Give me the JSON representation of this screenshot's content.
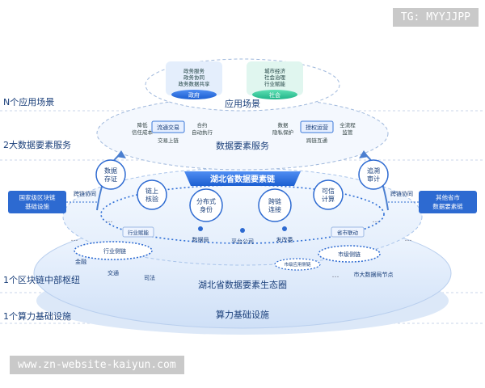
{
  "watermark_top": "TG: MYYJJPP",
  "watermark_bottom": "www.zn-website-kaiyun.com",
  "layers": {
    "l1": "N个应用场景",
    "l2": "2大数据要素服务",
    "l3": "1个区块链中部枢纽",
    "l4": "1个算力基础设施"
  },
  "top": {
    "gov_lines": [
      "政务服务",
      "政务协同",
      "政务数据共享"
    ],
    "gov_tag": "政府",
    "soc_lines": [
      "城市经济",
      "社会治理",
      "行业赋能"
    ],
    "soc_tag": "社会",
    "title": "应用场景"
  },
  "mid": {
    "title": "数据要素服务",
    "left_text": [
      "降低",
      "信任成本"
    ],
    "box1": "流通交易",
    "sub1": "交易上链",
    "center_text": [
      "合约",
      "自动执行"
    ],
    "right_text": [
      "数据",
      "隐私保护"
    ],
    "box2": "授权运营",
    "sub2": "跨链互通",
    "far_right": [
      "全流程",
      "监管"
    ]
  },
  "chain": {
    "banner": "湖北省数据要素链",
    "circles": [
      [
        "数据",
        "存证"
      ],
      [
        "链上",
        "核验"
      ],
      [
        "分布式",
        "身份"
      ],
      [
        "跨链",
        "连接"
      ],
      [
        "可信",
        "计算"
      ],
      [
        "追溯",
        "审计"
      ]
    ],
    "left_box": [
      "国家级区块链",
      "基础设施"
    ],
    "right_box": [
      "其他省市",
      "数据要素链"
    ],
    "cross_left": "跨链协同",
    "cross_right": "跨链协同",
    "nodes": [
      "行业赋能",
      "数据局",
      "平台公司",
      "发改委",
      "省市联动"
    ],
    "dots": "…"
  },
  "base": {
    "title": "湖北省数据要素生态圈",
    "industry_chain": "行业侧链",
    "left_items": [
      "金融",
      "交通",
      "司法"
    ],
    "city_chain": "市级侧链",
    "city_app_chain": "市级应用侧链",
    "city_node": "市大数据局节点",
    "compute_title": "算力基础设施"
  }
}
